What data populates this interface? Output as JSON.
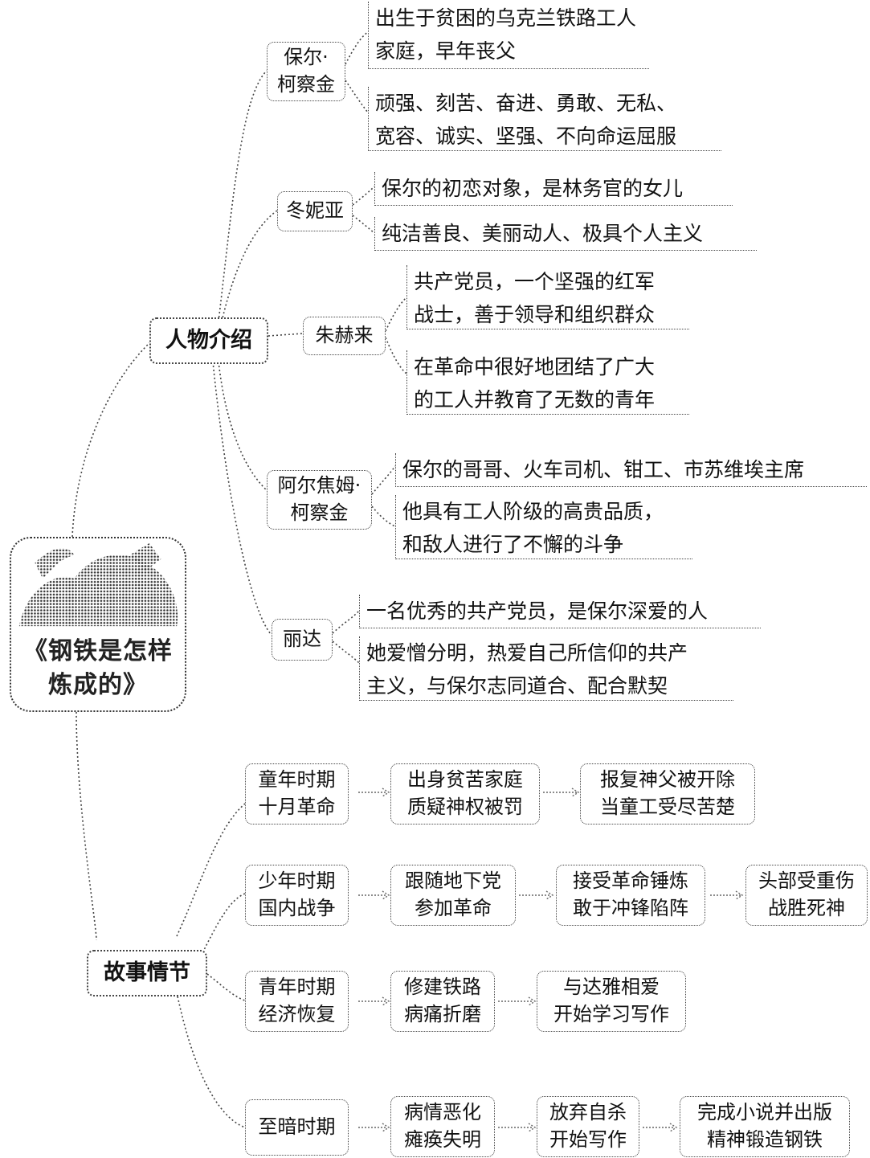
{
  "root": {
    "title": "《钢铁是怎样炼成的》"
  },
  "characters": {
    "label": "人物介绍",
    "items": [
      {
        "name": "保尔·\n柯察金",
        "desc": [
          "出生于贫困的乌克兰铁路工人\n家庭，早年丧父",
          "顽强、刻苦、奋进、勇敢、无私、\n宽容、诚实、坚强、不向命运屈服"
        ]
      },
      {
        "name": "冬妮亚",
        "desc": [
          "保尔的初恋对象，是林务官的女儿",
          "纯洁善良、美丽动人、极具个人主义"
        ]
      },
      {
        "name": "朱赫来",
        "desc": [
          "共产党员，一个坚强的红军\n战士，善于领导和组织群众",
          "在革命中很好地团结了广大\n的工人并教育了无数的青年"
        ]
      },
      {
        "name": "阿尔焦姆·\n柯察金",
        "desc": [
          "保尔的哥哥、火车司机、钳工、市苏维埃主席",
          "他具有工人阶级的高贵品质，\n和敌人进行了不懈的斗争"
        ]
      },
      {
        "name": "丽达",
        "desc": [
          "一名优秀的共产党员，是保尔深爱的人",
          "她爱憎分明，热爱自己所信仰的共产\n主义，与保尔志同道合、配合默契"
        ]
      }
    ]
  },
  "plot": {
    "label": "故事情节",
    "stages": [
      {
        "period": "童年时期\n十月革命",
        "steps": [
          "出身贫苦家庭\n质疑神权被罚",
          "报复神父被开除\n当童工受尽苦楚"
        ]
      },
      {
        "period": "少年时期\n国内战争",
        "steps": [
          "跟随地下党\n参加革命",
          "接受革命锤炼\n敢于冲锋陷阵",
          "头部受重伤\n战胜死神"
        ]
      },
      {
        "period": "青年时期\n经济恢复",
        "steps": [
          "修建铁路\n病痛折磨",
          "与达雅相爱\n开始学习写作"
        ]
      },
      {
        "period": "至暗时期",
        "steps": [
          "病情恶化\n瘫痪失明",
          "放弃自杀\n开始写作",
          "完成小说并出版\n精神锻造钢铁"
        ]
      }
    ]
  }
}
